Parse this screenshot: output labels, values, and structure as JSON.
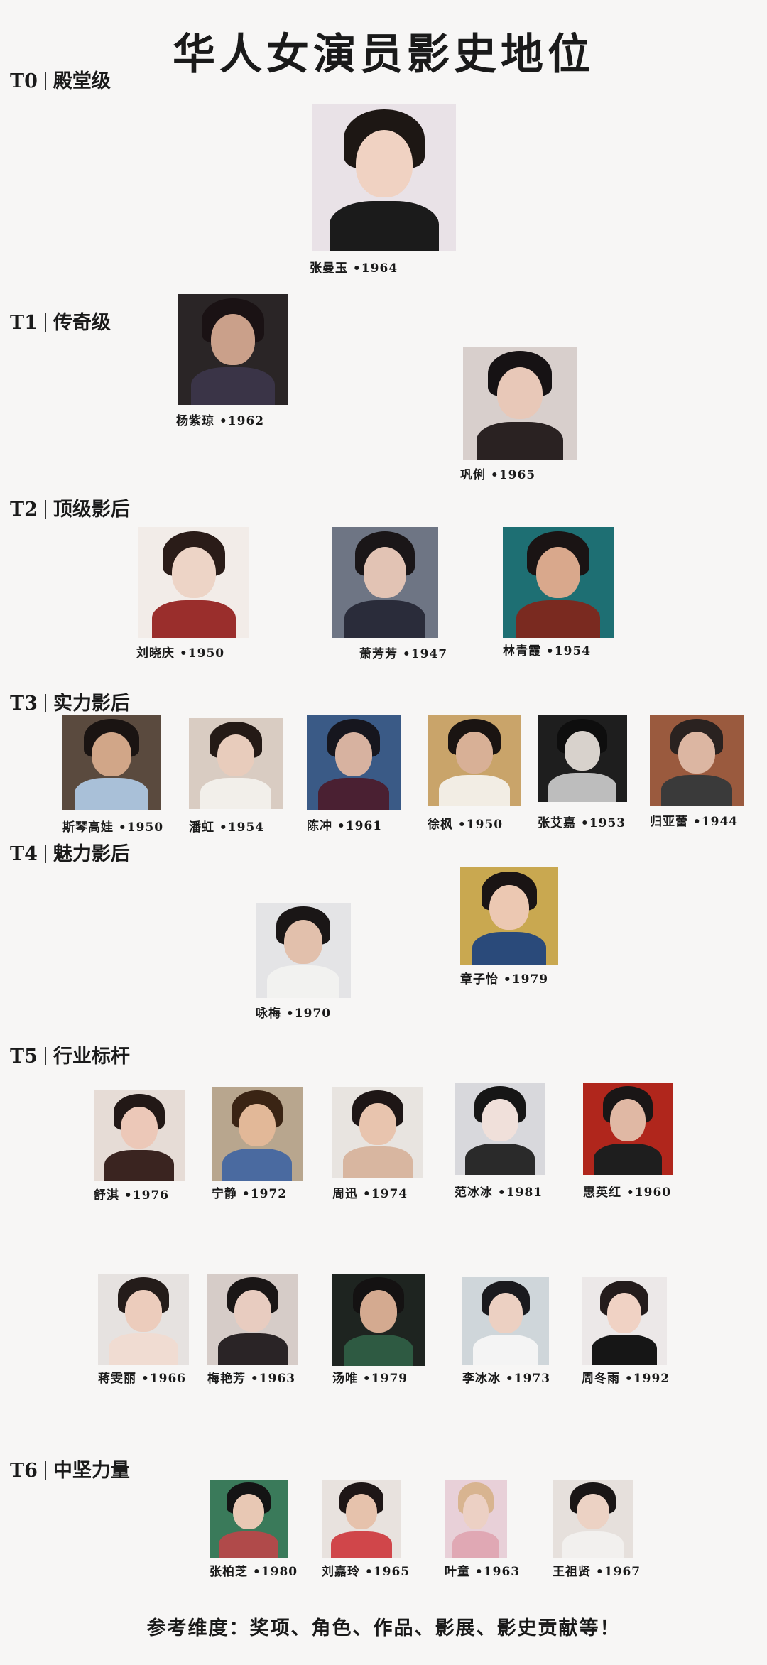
{
  "title": "华人女演员影史地位",
  "footer": "参考维度：奖项、角色、作品、影展、影史贡献等！",
  "tiers": [
    {
      "label": "T0",
      "name": "殿堂级"
    },
    {
      "label": "T1",
      "name": "传奇级"
    },
    {
      "label": "T2",
      "name": "顶级影后"
    },
    {
      "label": "T3",
      "name": "实力影后"
    },
    {
      "label": "T4",
      "name": "魅力影后"
    },
    {
      "label": "T5",
      "name": "行业标杆"
    },
    {
      "label": "T6",
      "name": "中坚力量"
    }
  ],
  "actresses": [
    {
      "caption": "张曼玉 •1964",
      "colors": [
        "#e9e2e7",
        "#f0d2c2",
        "#1d1714",
        "#1b1b1b"
      ]
    },
    {
      "caption": "杨紫琼 •1962",
      "colors": [
        "#2a2526",
        "#caa08a",
        "#1a1214",
        "#3a3447"
      ]
    },
    {
      "caption": "巩俐 •1965",
      "colors": [
        "#d8cfcc",
        "#e8c8b8",
        "#161214",
        "#2a2222"
      ]
    },
    {
      "caption": "刘晓庆 •1950",
      "colors": [
        "#f2ece8",
        "#edd4c6",
        "#2a1c18",
        "#9a2e2c"
      ]
    },
    {
      "caption": "萧芳芳 •1947",
      "colors": [
        "#6e7584",
        "#e2c3b4",
        "#1a1618",
        "#2a2c3a"
      ]
    },
    {
      "caption": "林青霞 •1954",
      "colors": [
        "#1e6f73",
        "#d9a88c",
        "#1a1414",
        "#7a2a20"
      ]
    },
    {
      "caption": "斯琴高娃 •1950",
      "colors": [
        "#5a4a3e",
        "#d1a688",
        "#1a1412",
        "#a9c0d8"
      ]
    },
    {
      "caption": "潘虹 •1954",
      "colors": [
        "#d9ccc2",
        "#e8ccbc",
        "#241a16",
        "#f2efea"
      ]
    },
    {
      "caption": "陈冲 •1961",
      "colors": [
        "#3a5a86",
        "#d7b2a0",
        "#16161e",
        "#4a2032"
      ]
    },
    {
      "caption": "徐枫 •1950",
      "colors": [
        "#c9a46a",
        "#d8b096",
        "#1a1412",
        "#f2ede4"
      ]
    },
    {
      "caption": "张艾嘉 •1953",
      "colors": [
        "#1e1e1e",
        "#d8d2cc",
        "#0e0e0e",
        "#bdbdbd"
      ]
    },
    {
      "caption": "归亚蕾 •1944",
      "colors": [
        "#9a5a3e",
        "#dcb6a2",
        "#2a2220",
        "#3a3a3a"
      ]
    },
    {
      "caption": "咏梅 •1970",
      "colors": [
        "#e4e4e6",
        "#e2c0ac",
        "#1a1616",
        "#f2f2f0"
      ]
    },
    {
      "caption": "章子怡 •1979",
      "colors": [
        "#c9a850",
        "#ecc8b2",
        "#1a1414",
        "#2a4a7a"
      ]
    },
    {
      "caption": "舒淇 •1976",
      "colors": [
        "#e6dcd6",
        "#ecc8b8",
        "#221816",
        "#3a2420"
      ]
    },
    {
      "caption": "宁静 •1972",
      "colors": [
        "#b8a68e",
        "#e2b898",
        "#3a2414",
        "#4a6aa0"
      ]
    },
    {
      "caption": "周迅 •1974",
      "colors": [
        "#e8e4e0",
        "#e8c4ae",
        "#1e1616",
        "#d8b6a0"
      ]
    },
    {
      "caption": "范冰冰 •1981",
      "colors": [
        "#d8d8dc",
        "#f0e0da",
        "#161616",
        "#2a2a2a"
      ]
    },
    {
      "caption": "惠英红 •1960",
      "colors": [
        "#b0261c",
        "#e0b8a4",
        "#1a1616",
        "#1e1e1e"
      ]
    },
    {
      "caption": "蒋雯丽 •1966",
      "colors": [
        "#e6e2e0",
        "#ecccbc",
        "#241c1a",
        "#f0dcd2"
      ]
    },
    {
      "caption": "梅艳芳 •1963",
      "colors": [
        "#d6ccc8",
        "#e8ccc0",
        "#1a1616",
        "#2a2426"
      ]
    },
    {
      "caption": "汤唯 •1979",
      "colors": [
        "#1e2420",
        "#d4aa90",
        "#141212",
        "#2e5a42"
      ]
    },
    {
      "caption": "李冰冰 •1973",
      "colors": [
        "#cfd6da",
        "#ecd0c2",
        "#1a1a1e",
        "#f4f4f4"
      ]
    },
    {
      "caption": "周冬雨 •1992",
      "colors": [
        "#ece8e8",
        "#f0d2c4",
        "#241c1c",
        "#161616"
      ]
    },
    {
      "caption": "张柏芝 •1980",
      "colors": [
        "#3a7a5a",
        "#e8c8b4",
        "#141414",
        "#b04a4a"
      ]
    },
    {
      "caption": "刘嘉玲 •1965",
      "colors": [
        "#e8e2de",
        "#e6c2ac",
        "#1e1616",
        "#d0464a"
      ]
    },
    {
      "caption": "叶童 •1963",
      "colors": [
        "#e8d0d8",
        "#ecd0c4",
        "#d8b490",
        "#e0a8b4"
      ]
    },
    {
      "caption": "王祖贤 •1967",
      "colors": [
        "#e6e0dc",
        "#ecd2c4",
        "#1a1616",
        "#f2f0ee"
      ]
    }
  ]
}
